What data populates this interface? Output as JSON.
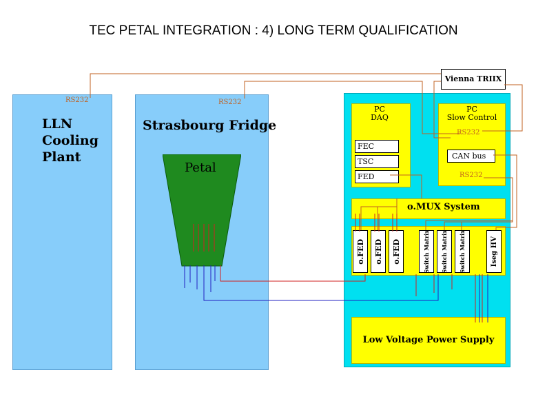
{
  "title": "TEC PETAL INTEGRATION : 4) LONG TERM QUALIFICATION",
  "lln": {
    "label": "LLN\nCooling\nPlant",
    "rs232": "RS232"
  },
  "fridge": {
    "label": "Strasbourg Fridge",
    "rs232": "RS232",
    "petal": "Petal"
  },
  "vienna": "Vienna TRIIX",
  "pc_daq": {
    "label": "PC\nDAQ",
    "fec": "FEC",
    "tsc": "TSC",
    "fed": "FED"
  },
  "pc_sc": {
    "label": "PC\nSlow Control",
    "rs232_a": "RS232",
    "canbus": "CAN bus",
    "rs232_b": "RS232"
  },
  "omux": "o.MUX System",
  "ofed": [
    "o.FED",
    "o.FED",
    "o.FED"
  ],
  "switch": [
    "Switch Matrix",
    "Switch Matrix",
    "Switch Matrix"
  ],
  "iseg": "Iseg HV",
  "lvps": "Low Voltage Power Supply",
  "colors": {
    "blue": "#87cdfa",
    "cyan": "#00e0f0",
    "yellow": "#ffff00",
    "green": "#1f8a1f",
    "wire_orange": "#c06020",
    "wire_red": "#d02020",
    "wire_blue": "#2020c0"
  }
}
